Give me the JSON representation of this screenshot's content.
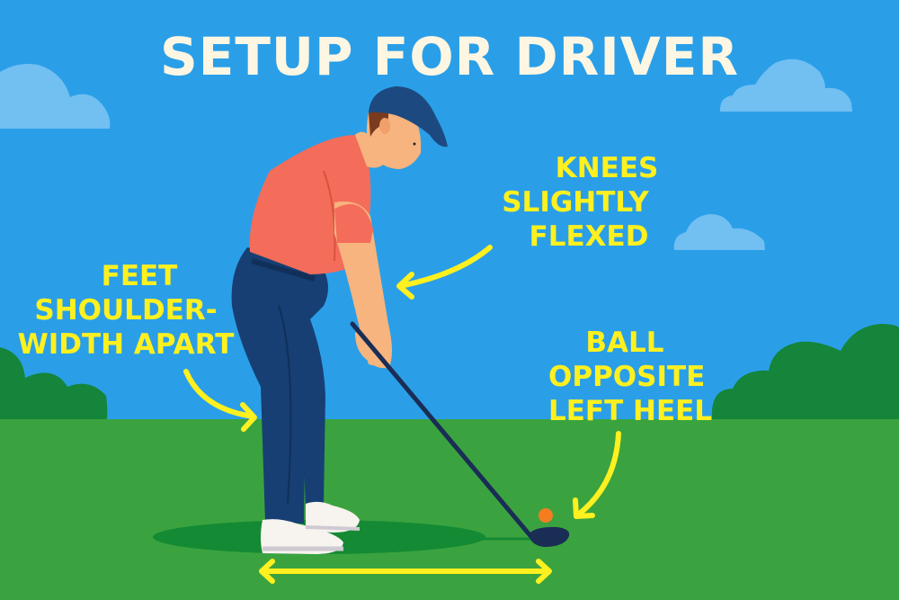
{
  "title": "SETUP FOR DRIVER",
  "colors": {
    "sky": "#2a9fe8",
    "cloud": "#72bff2",
    "grass": "#3aa33f",
    "bush": "#14853a",
    "shadow": "#158a35",
    "annotation": "#fff01f",
    "title": "#fdf6e3",
    "shirt": "#f46c5a",
    "pants": "#173f73",
    "cap": "#1c4a80",
    "skin": "#f7b47e",
    "hair": "#7a3b1f",
    "shoes": "#f7f3ee",
    "club": "#1a2d55",
    "ball": "#f57c20"
  },
  "annotations": {
    "knees": [
      "KNEES",
      "SLIGHTLY",
      "FLEXED"
    ],
    "feet": [
      "FEET",
      "SHOULDER-",
      "WIDTH APART"
    ],
    "ball": [
      "BALL",
      "OPPOSITE",
      "LEFT HEEL"
    ]
  }
}
